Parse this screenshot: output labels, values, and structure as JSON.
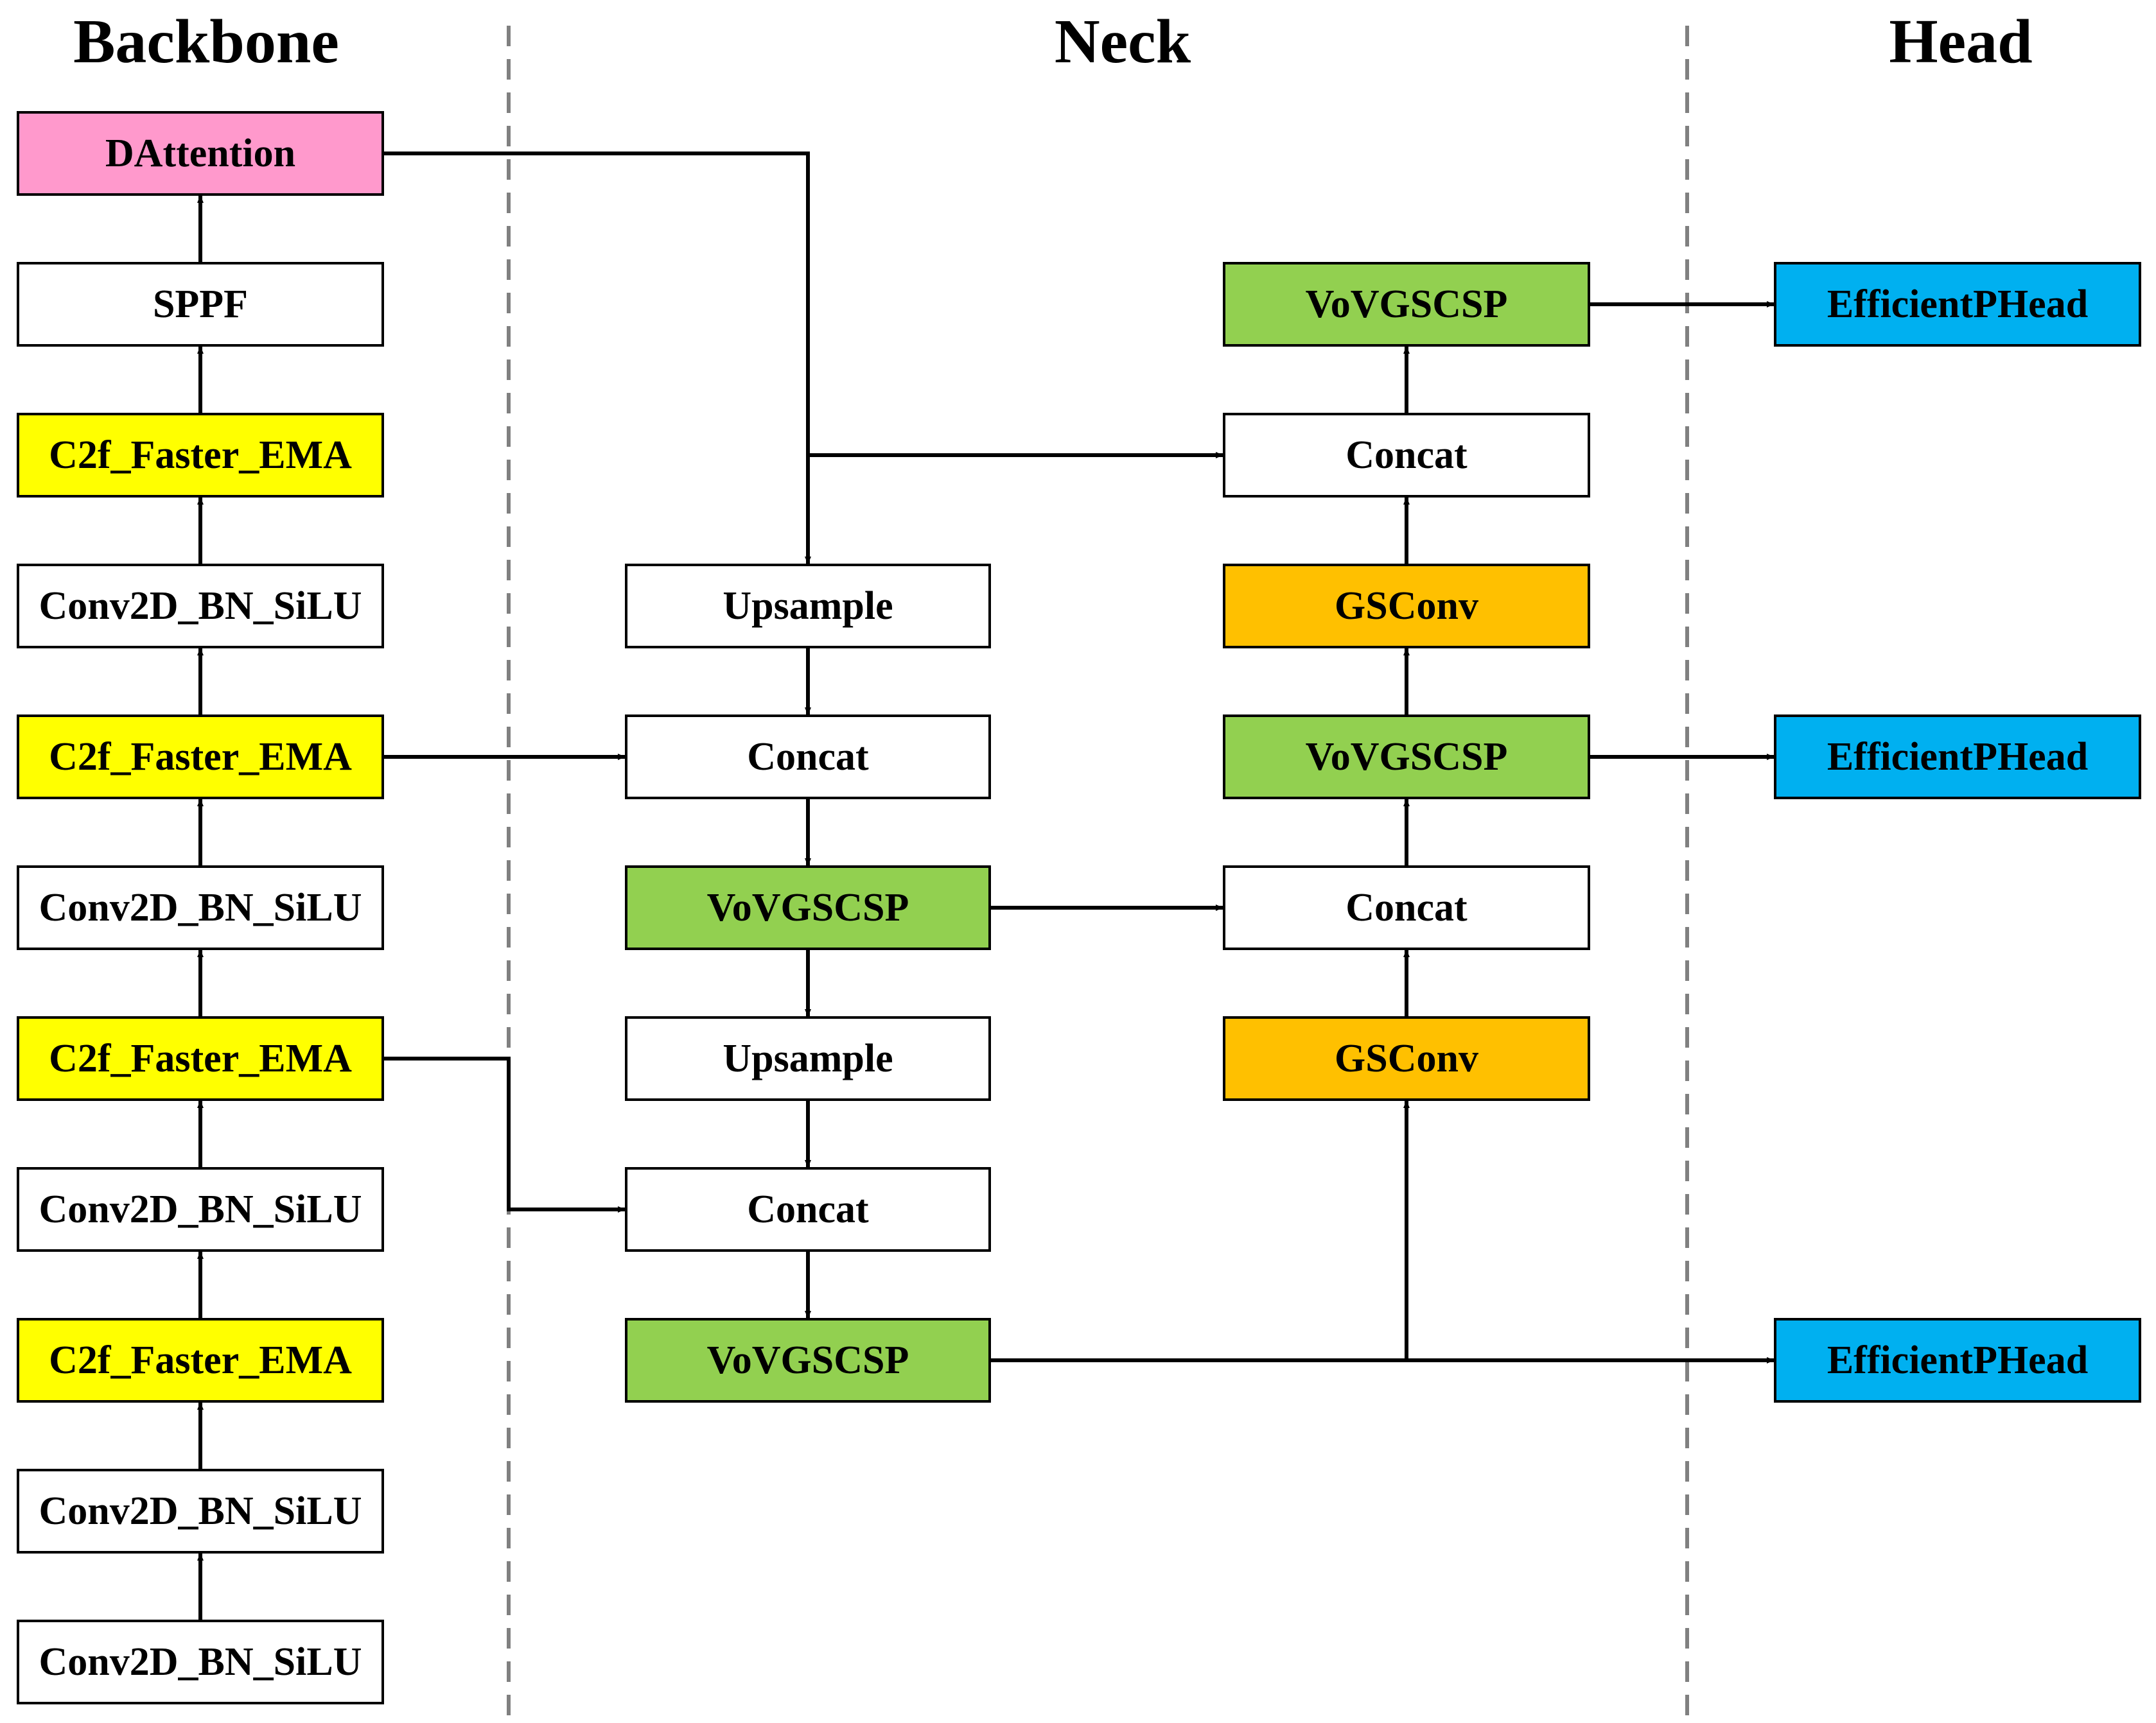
{
  "sections": {
    "backbone": "Backbone",
    "neck": "Neck",
    "head": "Head"
  },
  "colors": {
    "dattention": "#FF99CC",
    "c2f": "#FFFF00",
    "vovgscsp": "#92D050",
    "gsconv": "#FFC000",
    "head": "#00B0F0",
    "plain": "#FFFFFF"
  },
  "backbone": {
    "dattention": "DAttention",
    "sppf": "SPPF",
    "c2f_1": "C2f_Faster_EMA",
    "conv_1": "Conv2D_BN_SiLU",
    "c2f_2": "C2f_Faster_EMA",
    "conv_2": "Conv2D_BN_SiLU",
    "c2f_3": "C2f_Faster_EMA",
    "conv_3": "Conv2D_BN_SiLU",
    "c2f_4": "C2f_Faster_EMA",
    "conv_4": "Conv2D_BN_SiLU",
    "conv_5": "Conv2D_BN_SiLU"
  },
  "neck": {
    "upsample_1": "Upsample",
    "concat_1": "Concat",
    "vovgscsp_1": "VoVGSCSP",
    "upsample_2": "Upsample",
    "concat_2": "Concat",
    "vovgscsp_2": "VoVGSCSP",
    "vovgscsp_top": "VoVGSCSP",
    "concat_top": "Concat",
    "gsconv_top": "GSConv",
    "vovgscsp_mid": "VoVGSCSP",
    "concat_mid": "Concat",
    "gsconv_mid": "GSConv"
  },
  "head": {
    "head_1": "EfficientPHead",
    "head_2": "EfficientPHead",
    "head_3": "EfficientPHead"
  }
}
